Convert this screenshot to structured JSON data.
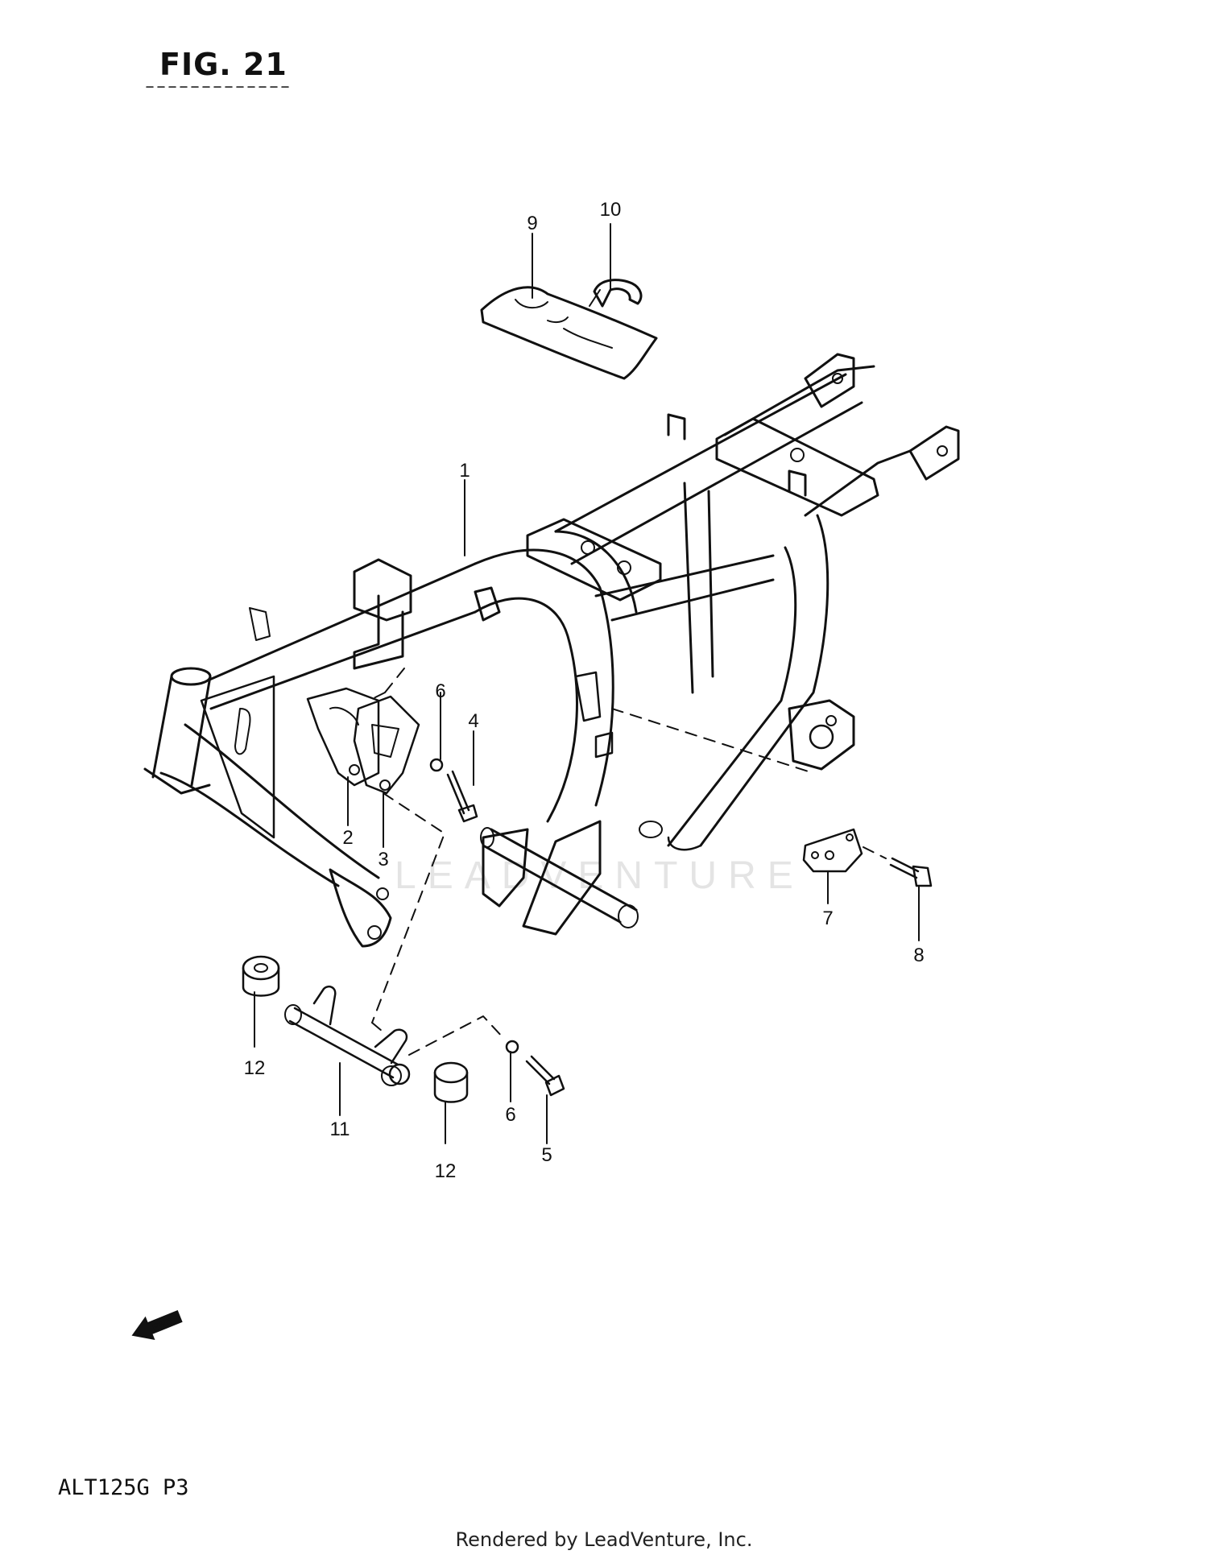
{
  "figure": {
    "title": "FIG. 21"
  },
  "model": {
    "code": "ALT125G  P3"
  },
  "watermark": {
    "text": "LEADVENTURE"
  },
  "fwd_marker": {
    "label": "FWD",
    "icon": "fwd-arrow-icon"
  },
  "footer": {
    "text": "Rendered by LeadVenture, Inc."
  },
  "callouts": [
    "1",
    "2",
    "3",
    "4",
    "5",
    "6",
    "6",
    "7",
    "8",
    "9",
    "10",
    "11",
    "12",
    "12"
  ],
  "colors": {
    "ink": "#111111",
    "watermark": "#e4e4e4"
  }
}
